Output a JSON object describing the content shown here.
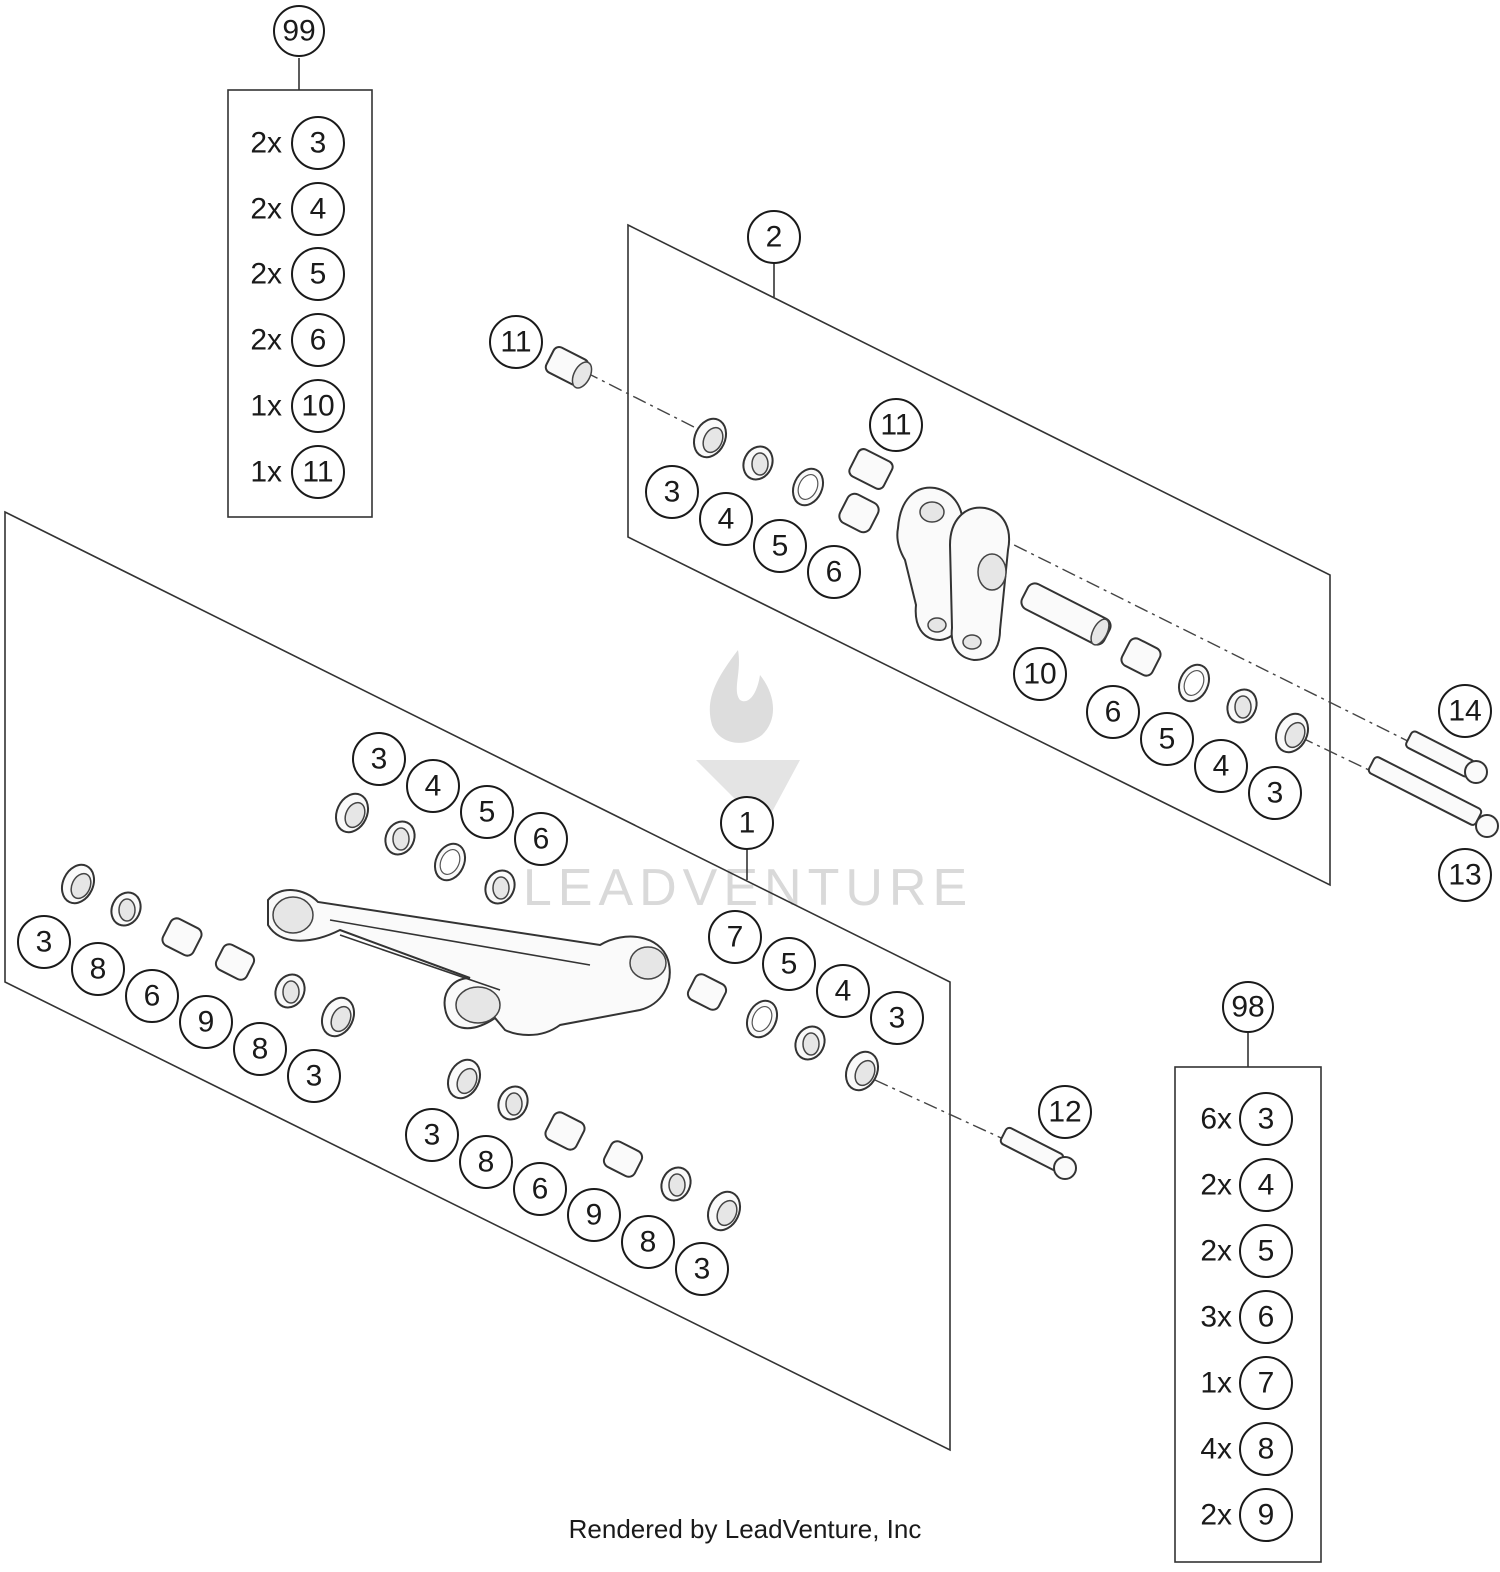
{
  "diagram": {
    "credit": "Rendered by LeadVenture, Inc",
    "watermark": "LEADVENTURE",
    "kit_99": {
      "ref": "99",
      "items": [
        {
          "qty": "2x",
          "ref": "3"
        },
        {
          "qty": "2x",
          "ref": "4"
        },
        {
          "qty": "2x",
          "ref": "5"
        },
        {
          "qty": "2x",
          "ref": "6"
        },
        {
          "qty": "1x",
          "ref": "10"
        },
        {
          "qty": "1x",
          "ref": "11"
        }
      ]
    },
    "kit_98": {
      "ref": "98",
      "items": [
        {
          "qty": "6x",
          "ref": "3"
        },
        {
          "qty": "2x",
          "ref": "4"
        },
        {
          "qty": "2x",
          "ref": "5"
        },
        {
          "qty": "3x",
          "ref": "6"
        },
        {
          "qty": "1x",
          "ref": "7"
        },
        {
          "qty": "4x",
          "ref": "8"
        },
        {
          "qty": "2x",
          "ref": "9"
        }
      ]
    },
    "callouts_upper": {
      "assembly": "2",
      "bushing_left": "11",
      "bushing_mid": "11",
      "left_stack": [
        "3",
        "4",
        "5",
        "6"
      ],
      "pin": "10",
      "right_stack": [
        "6",
        "5",
        "4",
        "3"
      ],
      "bolt_upper": "14",
      "bolt_lower": "13"
    },
    "callouts_lower": {
      "assembly": "1",
      "top_stack": [
        "3",
        "4",
        "5",
        "6"
      ],
      "left_stack": [
        "3",
        "8",
        "6",
        "9",
        "8",
        "3"
      ],
      "bottom_stack": [
        "3",
        "8",
        "6",
        "9",
        "8",
        "3"
      ],
      "right_stack": [
        "7",
        "5",
        "4",
        "3"
      ],
      "bolt": "12"
    }
  }
}
